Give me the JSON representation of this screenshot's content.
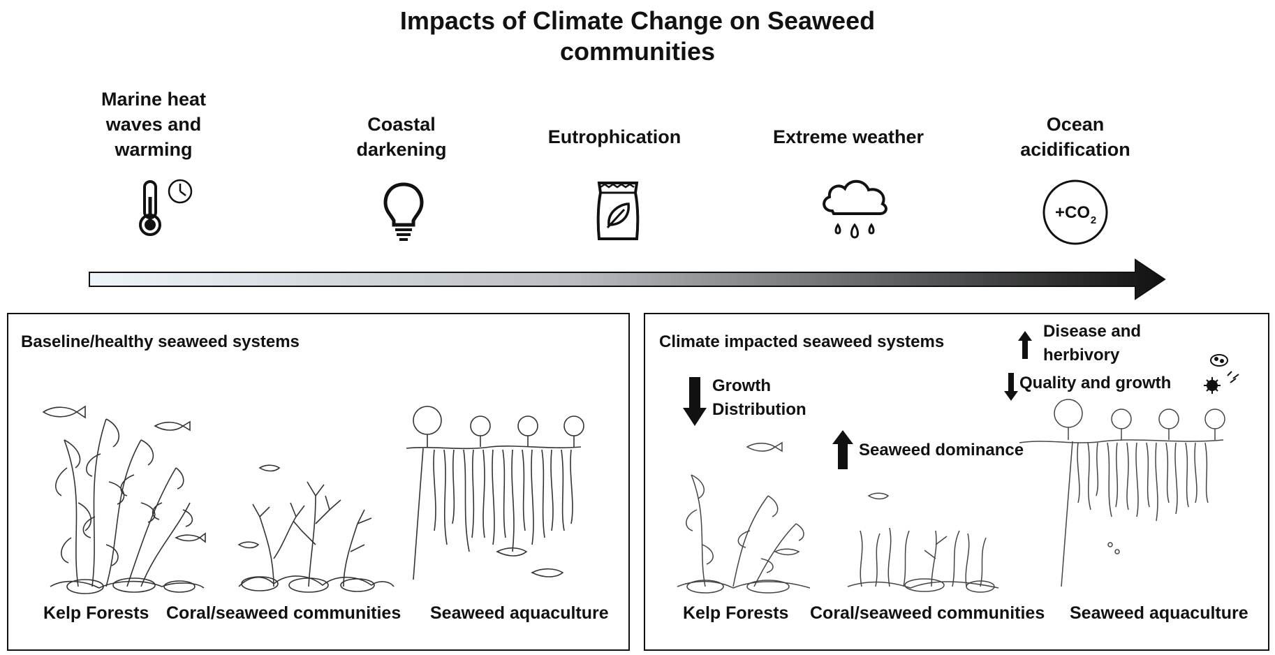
{
  "title": {
    "line1": "Impacts of Climate Change on Seaweed",
    "line2": "communities"
  },
  "drivers": [
    {
      "label_lines": [
        "Marine heat",
        "waves and",
        "warming"
      ],
      "icon": "thermometer-clock-icon"
    },
    {
      "label_lines": [
        "Coastal",
        "darkening"
      ],
      "icon": "lightbulb-icon"
    },
    {
      "label_lines": [
        "Eutrophication"
      ],
      "icon": "fertilizer-bag-icon"
    },
    {
      "label_lines": [
        "Extreme weather"
      ],
      "icon": "rain-cloud-icon"
    },
    {
      "label_lines": [
        "Ocean",
        "acidification"
      ],
      "icon": "co2-circle-icon",
      "icon_text": "+CO",
      "icon_subscript": "2"
    }
  ],
  "gradient_arrow": {
    "start_color": "#eef5fb",
    "end_color": "#111111"
  },
  "panels": {
    "baseline": {
      "title": "Baseline/healthy seaweed systems",
      "labels": [
        "Kelp Forests",
        "Coral/seaweed communities",
        "Seaweed aquaculture"
      ]
    },
    "impacted": {
      "title": "Climate impacted seaweed systems",
      "labels": [
        "Kelp Forests",
        "Coral/seaweed communities",
        "Seaweed aquaculture"
      ],
      "effects": [
        {
          "direction": "down",
          "lines": [
            "Growth",
            "Distribution"
          ]
        },
        {
          "direction": "up",
          "lines": [
            "Seaweed dominance"
          ]
        },
        {
          "direction": "up",
          "lines": [
            "Disease and",
            "herbivory"
          ]
        },
        {
          "direction": "down",
          "lines": [
            "Quality and growth"
          ]
        }
      ]
    }
  }
}
